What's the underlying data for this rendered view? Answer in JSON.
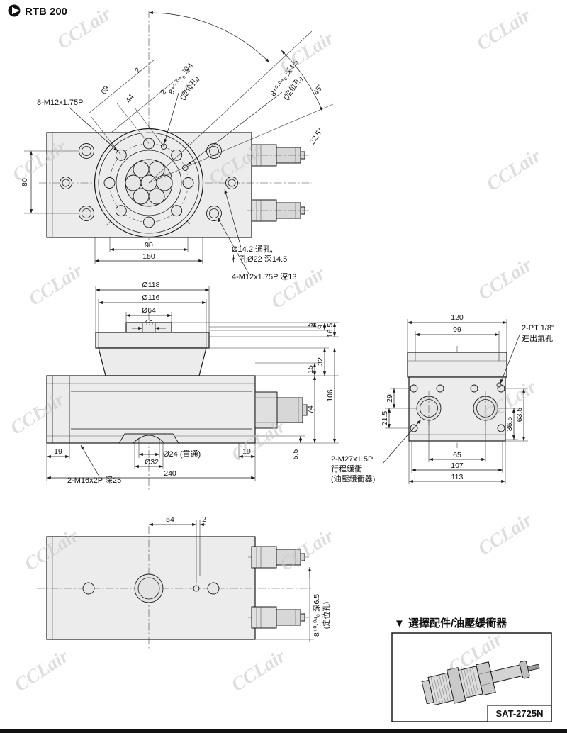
{
  "page": {
    "title": "RTB 200",
    "watermark": "CCLair"
  },
  "top_view": {
    "bolt_spec": "8-M12x1.75P",
    "dim_2a": "2",
    "dim_69": "69",
    "dim_44": "44",
    "dim_2b": "2",
    "pin_label_1a": "8⁺⁰·⁰⁴₀ 深4",
    "pin_label_1b": "(定位孔)",
    "pin_label_2a": "8⁺⁰·⁰⁴₀ 深4.5",
    "pin_label_2b": "(定位孔)",
    "angle_45": "45°",
    "angle_22_5": "22.5°",
    "dim_80": "80",
    "dim_90": "90",
    "dim_150": "150",
    "hole_note_1": "Ø14.2 通孔,",
    "hole_note_2": "柱孔Ø22 深14.5",
    "tap_note": "4-M12x1.75P 深13"
  },
  "front_view": {
    "dia_118": "Ø118",
    "dia_116": "Ø116",
    "dia_64": "Ø64",
    "dim_15_top": "15",
    "dim_5": "5",
    "dim_9": "9",
    "dim_16_5": "16.5",
    "dim_32": "32",
    "dim_15_right": "15",
    "dim_74": "74",
    "dim_106": "106",
    "dim_19_left": "19",
    "dim_19_right": "19",
    "dim_5_5": "5.5",
    "dia_24": "Ø24 (貫通)",
    "dia_32": "Ø32",
    "dim_240": "240",
    "tap_note": "2-M16x2P 深25"
  },
  "side_view": {
    "dim_120": "120",
    "dim_99": "99",
    "port_note_1": "2-PT 1/8\"",
    "port_note_2": "進出氣孔",
    "dim_29": "29",
    "dim_21_5": "21.5",
    "dim_36_5": "36.5",
    "dim_63_5": "63.5",
    "dim_65": "65",
    "dim_107": "107",
    "dim_113": "113",
    "buffer_note_1": "2-M27x1.5P",
    "buffer_note_2": "行程緩衝",
    "buffer_note_3": "(油壓緩衝器)"
  },
  "bottom_view": {
    "dim_54": "54",
    "dim_2": "2",
    "pin_label_a": "8⁺⁰·⁰⁴₀ 深6.5",
    "pin_label_b": "(定位孔)"
  },
  "accessory": {
    "heading_icon": "▼",
    "heading": "選擇配件/油壓緩衝器",
    "model": "SAT-2725N"
  }
}
